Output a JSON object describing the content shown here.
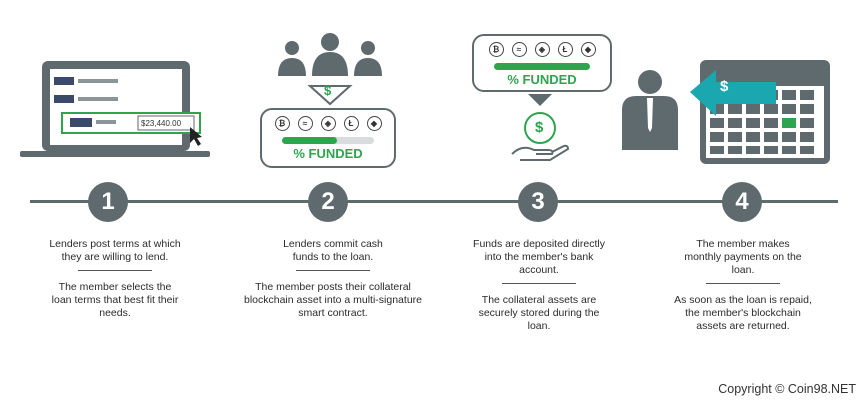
{
  "steps": [
    {
      "number": "1",
      "text_a": "Lenders post terms at which they are willing to lend.",
      "text_b": "The member selects the loan terms that best fit their needs."
    },
    {
      "number": "2",
      "text_a": "Lenders commit cash funds to the loan.",
      "text_b": "The member posts their collateral blockchain asset into a multi-signature smart contract."
    },
    {
      "number": "3",
      "text_a": "Funds are deposited directly into the member's bank account.",
      "text_b": "The collateral assets are securely stored during the loan."
    },
    {
      "number": "4",
      "text_a": "The member makes monthly payments on the loan.",
      "text_b": "As soon as the loan is repaid, the member's blockchain assets are returned."
    }
  ],
  "laptop_amount": "$23,440.00",
  "funded_label": "% FUNDED",
  "dollar_sign": "$",
  "coins": [
    "₿",
    "≈",
    "◈",
    "Ł",
    "◆"
  ],
  "copyright": "Copyright © Coin98.NET",
  "colors": {
    "green": "#2ea44f",
    "gray": "#5f6a6e",
    "teal": "#1aa7b0"
  }
}
